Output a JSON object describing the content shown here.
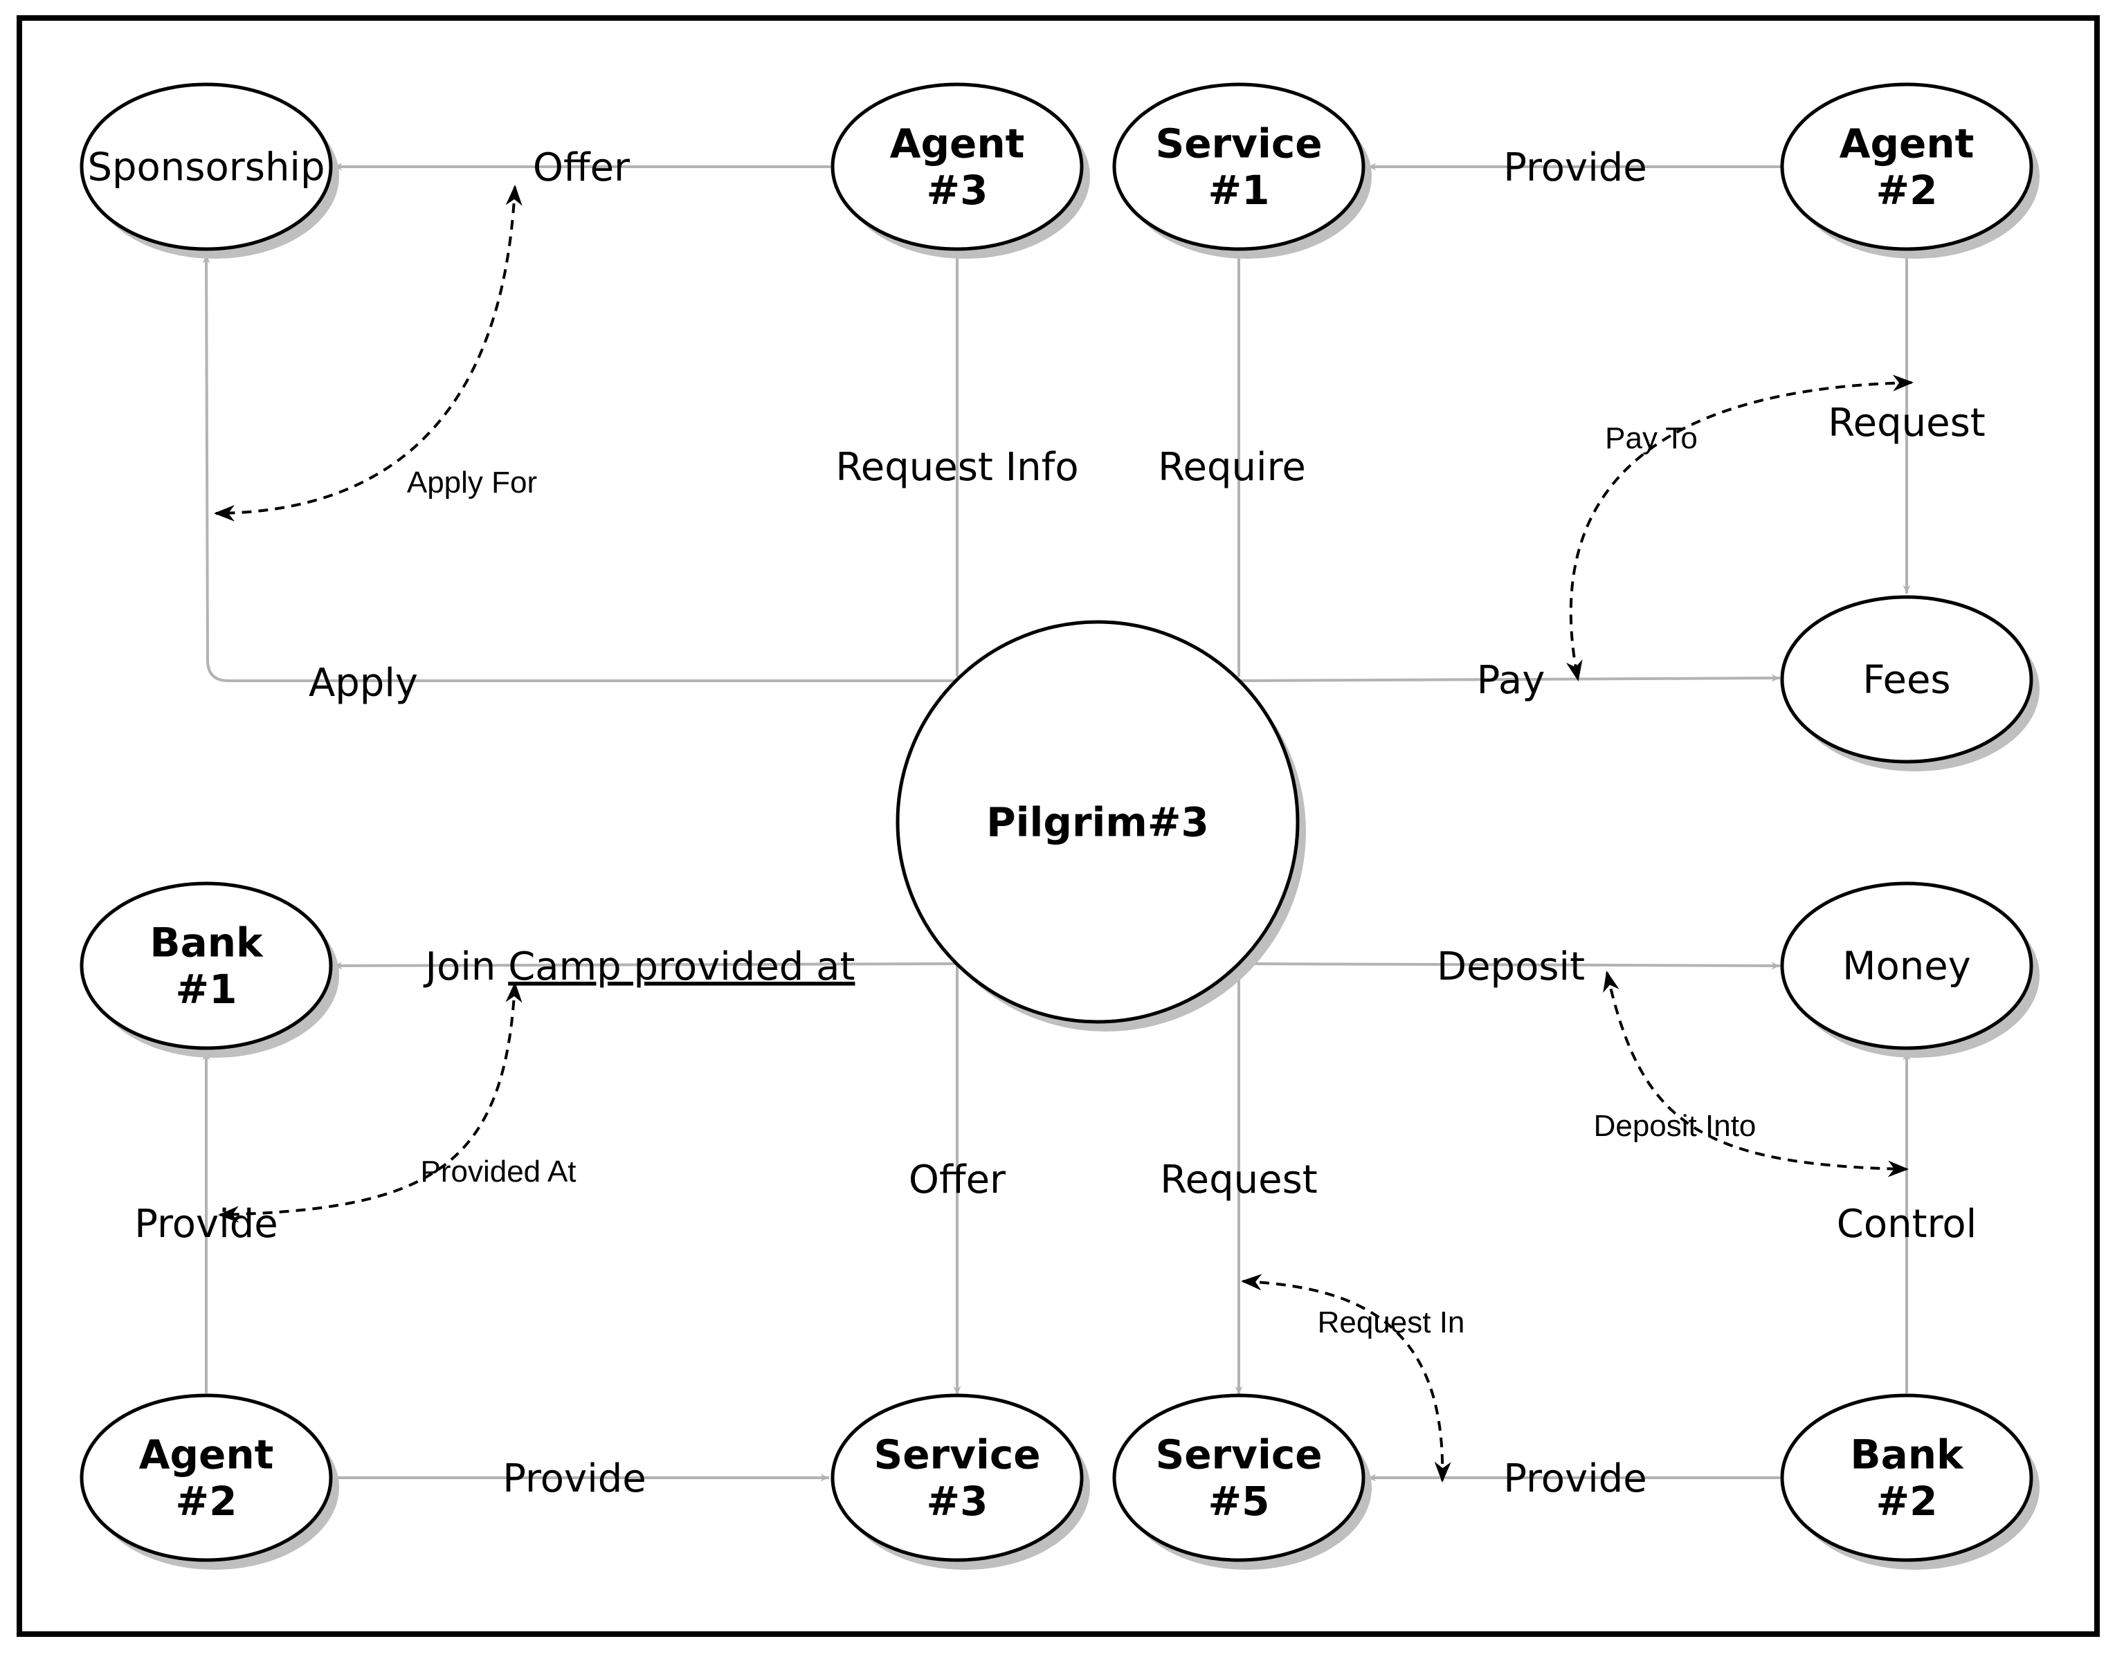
{
  "nodes": {
    "sponsorship": {
      "lines": [
        "Sponsorship"
      ],
      "bold": false
    },
    "agent_3_top": {
      "lines": [
        "Agent",
        "#3"
      ],
      "bold": true
    },
    "service_1_top": {
      "lines": [
        "Service",
        "#1"
      ],
      "bold": true
    },
    "agent_2_top": {
      "lines": [
        "Agent",
        "#2"
      ],
      "bold": true
    },
    "fees": {
      "lines": [
        "Fees"
      ],
      "bold": false
    },
    "pilgrim": {
      "lines": [
        "Pilgrim#3"
      ],
      "bold": true
    },
    "bank_1": {
      "lines": [
        "Bank",
        "#1"
      ],
      "bold": true
    },
    "money": {
      "lines": [
        "Money"
      ],
      "bold": false
    },
    "agent_2_bottom": {
      "lines": [
        "Agent",
        "#2"
      ],
      "bold": true
    },
    "service_3": {
      "lines": [
        "Service",
        "#3"
      ],
      "bold": true
    },
    "service_5": {
      "lines": [
        "Service",
        "#5"
      ],
      "bold": true
    },
    "bank_2": {
      "lines": [
        "Bank",
        "#2"
      ],
      "bold": true
    }
  },
  "edge_labels": {
    "offer_top": "Offer",
    "provide_top": "Provide",
    "request_info": "Request Info",
    "require": "Require",
    "request_top": "Request",
    "apply": "Apply",
    "pay": "Pay",
    "join_prefix": "Join ",
    "join_underlined": "Camp provided at",
    "deposit": "Deposit",
    "offer_bottom": "Offer",
    "request_bottom": "Request",
    "provide_left": "Provide",
    "control": "Control",
    "provide_bottom_left": "Provide",
    "provide_bottom_right": "Provide"
  },
  "relation_labels": {
    "apply_for": "Apply For",
    "pay_to": "Pay To",
    "provided_at": "Provided At",
    "deposit_into": "Deposit Into",
    "request_in": "Request In"
  },
  "colors": {
    "edge": "#b3b3b3",
    "relation": "#000000",
    "node_stroke": "#000000",
    "node_shadow": "#bfbfbf"
  }
}
